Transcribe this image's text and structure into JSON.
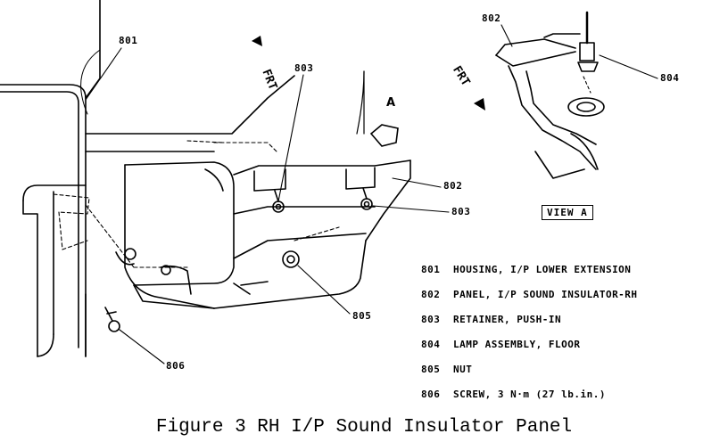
{
  "callouts": {
    "c801": "801",
    "c802_left": "802",
    "c802_view": "802",
    "c803_top": "803",
    "c803_right": "803",
    "c804": "804",
    "c805": "805",
    "c806": "806"
  },
  "labels": {
    "frt_left": "FRT",
    "frt_view": "FRT",
    "view_a": "VIEW A",
    "arrow_a": "A"
  },
  "legend": [
    {
      "num": "801",
      "text": "HOUSING, I/P LOWER EXTENSION"
    },
    {
      "num": "802",
      "text": "PANEL, I/P SOUND INSULATOR-RH"
    },
    {
      "num": "803",
      "text": "RETAINER, PUSH-IN"
    },
    {
      "num": "804",
      "text": "LAMP ASSEMBLY, FLOOR"
    },
    {
      "num": "805",
      "text": "NUT"
    },
    {
      "num": "806",
      "text": "SCREW, 3 N·m (27 lb.in.)"
    }
  ],
  "caption": "Figure 3 RH I/P Sound Insulator Panel"
}
